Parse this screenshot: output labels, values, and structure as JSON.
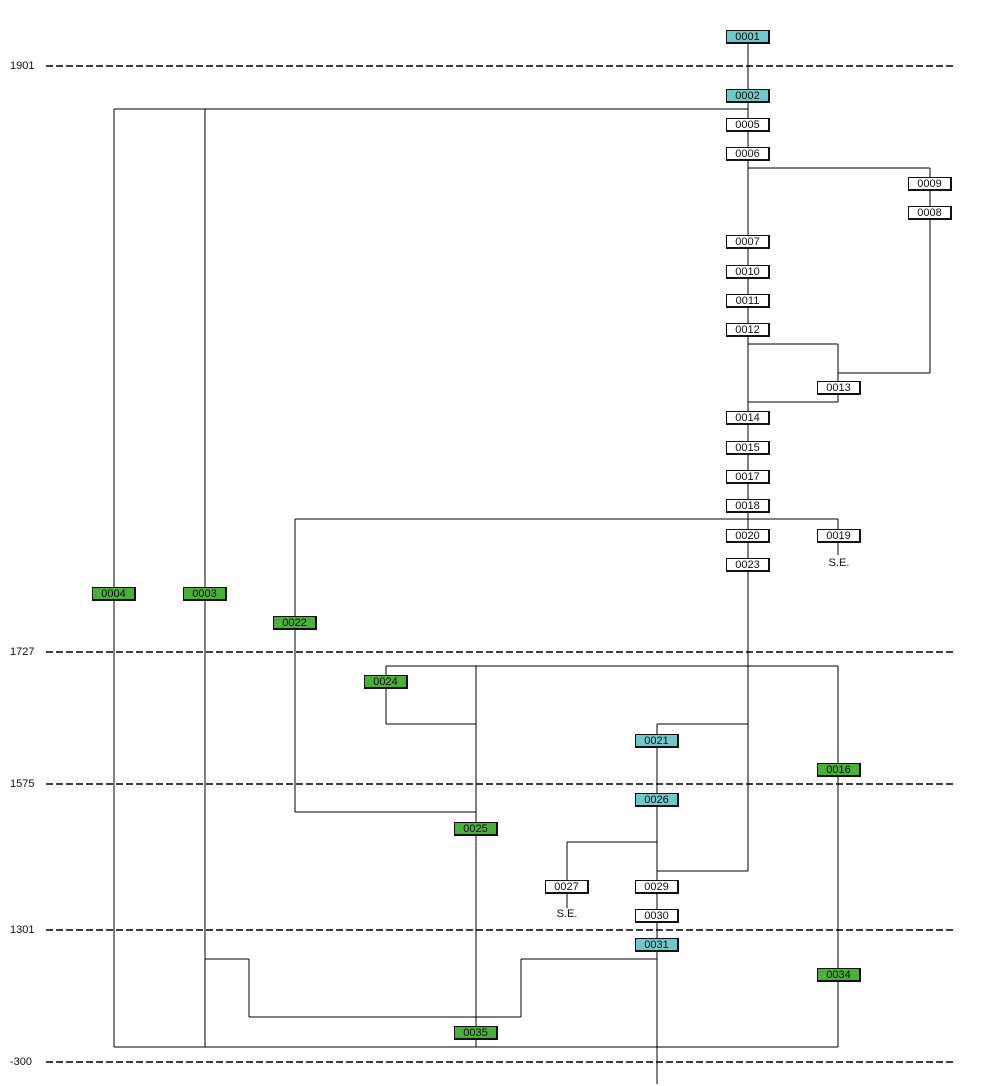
{
  "timeline": {
    "year_lines": [
      {
        "id": "y1901",
        "label": "1901"
      },
      {
        "id": "y1727",
        "label": "1727"
      },
      {
        "id": "y1575",
        "label": "1575"
      },
      {
        "id": "y1301",
        "label": "1301"
      },
      {
        "id": "y-300",
        "label": "-300"
      }
    ]
  },
  "colors": {
    "white": "#ffffff",
    "teal": "#73c6c9",
    "green": "#4caf3c",
    "line": "#000000"
  },
  "nodes": {
    "n0001": {
      "label": "0001",
      "color": "teal"
    },
    "n0002": {
      "label": "0002",
      "color": "teal"
    },
    "n0005": {
      "label": "0005",
      "color": "white"
    },
    "n0006": {
      "label": "0006",
      "color": "white"
    },
    "n0009": {
      "label": "0009",
      "color": "white"
    },
    "n0008": {
      "label": "0008",
      "color": "white"
    },
    "n0007": {
      "label": "0007",
      "color": "white"
    },
    "n0010": {
      "label": "0010",
      "color": "white"
    },
    "n0011": {
      "label": "0011",
      "color": "white"
    },
    "n0012": {
      "label": "0012",
      "color": "white"
    },
    "n0013": {
      "label": "0013",
      "color": "white"
    },
    "n0014": {
      "label": "0014",
      "color": "white"
    },
    "n0015": {
      "label": "0015",
      "color": "white"
    },
    "n0017": {
      "label": "0017",
      "color": "white"
    },
    "n0018": {
      "label": "0018",
      "color": "white"
    },
    "n0020": {
      "label": "0020",
      "color": "white"
    },
    "n0019": {
      "label": "0019",
      "color": "white"
    },
    "n0023": {
      "label": "0023",
      "color": "white"
    },
    "n0004": {
      "label": "0004",
      "color": "green"
    },
    "n0003": {
      "label": "0003",
      "color": "green"
    },
    "n0022": {
      "label": "0022",
      "color": "green"
    },
    "n0024": {
      "label": "0024",
      "color": "green"
    },
    "n0021": {
      "label": "0021",
      "color": "teal"
    },
    "n0016": {
      "label": "0016",
      "color": "green"
    },
    "n0026": {
      "label": "0026",
      "color": "teal"
    },
    "n0025": {
      "label": "0025",
      "color": "green"
    },
    "n0027": {
      "label": "0027",
      "color": "white"
    },
    "n0029": {
      "label": "0029",
      "color": "white"
    },
    "n0030": {
      "label": "0030",
      "color": "white"
    },
    "n0031": {
      "label": "0031",
      "color": "teal"
    },
    "n0034": {
      "label": "0034",
      "color": "green"
    },
    "n0035": {
      "label": "0035",
      "color": "green"
    }
  },
  "notes": {
    "se_0019": "S.E.",
    "se_0027": "S.E."
  }
}
